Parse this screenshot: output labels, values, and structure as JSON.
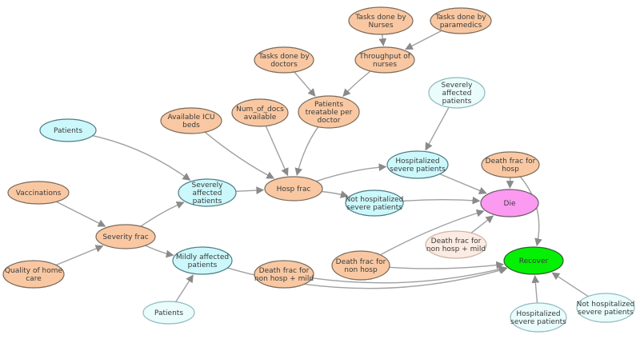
{
  "colors": {
    "orange": "#f9c8a2",
    "orange_stroke": "#7a6a5a",
    "cyan": "#ccf8fb",
    "cyan_stroke": "#4d7c86",
    "pale_cyan": "#eafcfc",
    "pale_cyan_stroke": "#8fb9bf",
    "pale_peach": "#fcebe2",
    "pale_peach_stroke": "#c9b3a6",
    "pink": "#fb9af0",
    "pink_stroke": "#6d5a6a",
    "green": "#06f006",
    "green_stroke": "#2f5a2f",
    "edge": "#a0a0a0"
  },
  "nodes": [
    {
      "id": "tasks_nurses",
      "label": [
        "Tasks done by",
        "Nurses"
      ],
      "style": "orange"
    },
    {
      "id": "tasks_paramedics",
      "label": [
        "Tasks done by",
        "paramedics"
      ],
      "style": "orange"
    },
    {
      "id": "tasks_doctors",
      "label": [
        "Tasks done by",
        "doctors"
      ],
      "style": "orange"
    },
    {
      "id": "throughput_nurses",
      "label": [
        "Throughput of",
        "nurses"
      ],
      "style": "orange"
    },
    {
      "id": "patients_per_doctor",
      "label": [
        "Patients",
        "treatable per",
        "doctor"
      ],
      "style": "orange"
    },
    {
      "id": "severely_top",
      "label": [
        "Severely",
        "affected",
        "patients"
      ],
      "style": "pale_cyan"
    },
    {
      "id": "num_docs",
      "label": [
        "Num_of_docs",
        "available"
      ],
      "style": "orange"
    },
    {
      "id": "icu_beds",
      "label": [
        "Available ICU",
        "beds"
      ],
      "style": "orange"
    },
    {
      "id": "patients_top",
      "label": [
        "Patients"
      ],
      "style": "cyan"
    },
    {
      "id": "hospitalized",
      "label": [
        "Hospitalized",
        "severe patients"
      ],
      "style": "cyan"
    },
    {
      "id": "death_hosp",
      "label": [
        "Death frac for",
        "hosp"
      ],
      "style": "orange"
    },
    {
      "id": "vaccinations",
      "label": [
        "Vaccinations"
      ],
      "style": "orange"
    },
    {
      "id": "severely_mid",
      "label": [
        "Severely",
        "affected",
        "patients"
      ],
      "style": "cyan"
    },
    {
      "id": "hosp_frac",
      "label": [
        "Hosp frac"
      ],
      "style": "orange"
    },
    {
      "id": "not_hospitalized",
      "label": [
        "Not hospitalized",
        "severe patients"
      ],
      "style": "cyan"
    },
    {
      "id": "die",
      "label": [
        "Die"
      ],
      "style": "pink"
    },
    {
      "id": "severity_frac",
      "label": [
        "Severity frac"
      ],
      "style": "orange"
    },
    {
      "id": "death_nonhosp_mild_ghost",
      "label": [
        "Death frac for",
        "non hosp + mild"
      ],
      "style": "pale_peach"
    },
    {
      "id": "mildly",
      "label": [
        "Mildly affected",
        "patients"
      ],
      "style": "cyan"
    },
    {
      "id": "death_nonhosp",
      "label": [
        "Death frac for",
        "non hosp"
      ],
      "style": "orange"
    },
    {
      "id": "recover",
      "label": [
        "Recover"
      ],
      "style": "green"
    },
    {
      "id": "home_care",
      "label": [
        "Quality of home",
        "care"
      ],
      "style": "orange"
    },
    {
      "id": "death_nonhosp_mild",
      "label": [
        "Death frac for",
        "non hosp + mild"
      ],
      "style": "orange"
    },
    {
      "id": "patients_bottom",
      "label": [
        "Patients"
      ],
      "style": "pale_cyan"
    },
    {
      "id": "hospitalized_bottom",
      "label": [
        "Hospitalized",
        "severe patients"
      ],
      "style": "pale_cyan"
    },
    {
      "id": "not_hospitalized_bottom",
      "label": [
        "Not hospitalized",
        "severe patients"
      ],
      "style": "pale_cyan"
    }
  ],
  "edges": [
    [
      "tasks_nurses",
      "throughput_nurses"
    ],
    [
      "tasks_paramedics",
      "throughput_nurses"
    ],
    [
      "tasks_doctors",
      "patients_per_doctor"
    ],
    [
      "throughput_nurses",
      "patients_per_doctor"
    ],
    [
      "patients_per_doctor",
      "hosp_frac"
    ],
    [
      "num_docs",
      "hosp_frac"
    ],
    [
      "icu_beds",
      "hosp_frac"
    ],
    [
      "patients_top",
      "severely_mid"
    ],
    [
      "severely_mid",
      "hosp_frac"
    ],
    [
      "hosp_frac",
      "hospitalized"
    ],
    [
      "hosp_frac",
      "not_hospitalized"
    ],
    [
      "severely_top",
      "hospitalized"
    ],
    [
      "hospitalized",
      "die"
    ],
    [
      "not_hospitalized",
      "die"
    ],
    [
      "death_hosp",
      "die"
    ],
    [
      "death_hosp",
      "recover"
    ],
    [
      "vaccinations",
      "severity_frac"
    ],
    [
      "home_care",
      "severity_frac"
    ],
    [
      "severity_frac",
      "severely_mid"
    ],
    [
      "severity_frac",
      "mildly"
    ],
    [
      "patients_bottom",
      "mildly"
    ],
    [
      "mildly",
      "recover"
    ],
    [
      "death_nonhosp",
      "die"
    ],
    [
      "death_nonhosp",
      "recover"
    ],
    [
      "death_nonhosp_mild_ghost",
      "die"
    ],
    [
      "death_nonhosp_mild",
      "recover"
    ],
    [
      "hospitalized_bottom",
      "recover"
    ],
    [
      "not_hospitalized_bottom",
      "recover"
    ]
  ]
}
